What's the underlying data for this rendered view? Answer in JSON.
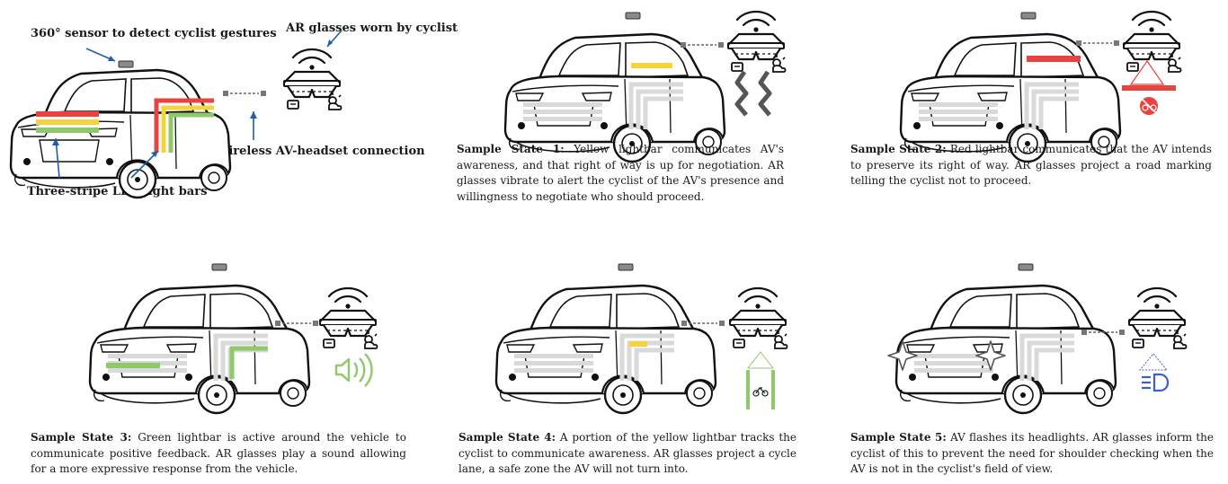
{
  "overview": {
    "labels": {
      "sensor": "360° sensor to detect cyclist gestures",
      "glasses": "AR glasses worn by cyclist",
      "wireless": "Wireless AV-headset connection",
      "lightbars": "Three-stripe LED light bars"
    }
  },
  "states": [
    {
      "title": "Sample State 1:",
      "text": "Yellow lightbar communicates AV's awareness, and that right of way is up for negotiation. AR glasses vibrate to alert the cyclist of the AV's presence and willingness to negotiate who should proceed."
    },
    {
      "title": "Sample State 2:",
      "text": "Red lightbar communicates that the AV intends to preserve its right of way. AR glasses project a road marking telling the cyclist not to proceed."
    },
    {
      "title": "Sample State 3:",
      "text": "Green lightbar is active around the vehicle to communicate positive feedback. AR glasses play a sound allowing for a more expressive response from the vehicle."
    },
    {
      "title": "Sample State 4:",
      "text": "A portion of the yellow lightbar tracks the cyclist to communicate awareness. AR glasses project a cycle lane, a safe zone the AV will not turn into."
    },
    {
      "title": "Sample State 5:",
      "text": "AV flashes its headlights. AR glasses inform the cyclist of this to prevent the need for shoulder checking when the AV is not in the cyclist's field of view."
    }
  ],
  "colors": {
    "red": "#e8433f",
    "yellow": "#f5d33c",
    "green": "#8fc96a",
    "gray": "#d9d9d9",
    "blue": "#1f5fa8",
    "signal_blue": "#3a5fd0"
  },
  "icons": [
    "car-icon",
    "ar-glasses-icon",
    "vibration-icon",
    "warning-triangle-icon",
    "no-bicycle-icon",
    "speaker-icon",
    "bicycle-lane-icon",
    "headlight-icon",
    "flash-icon"
  ]
}
